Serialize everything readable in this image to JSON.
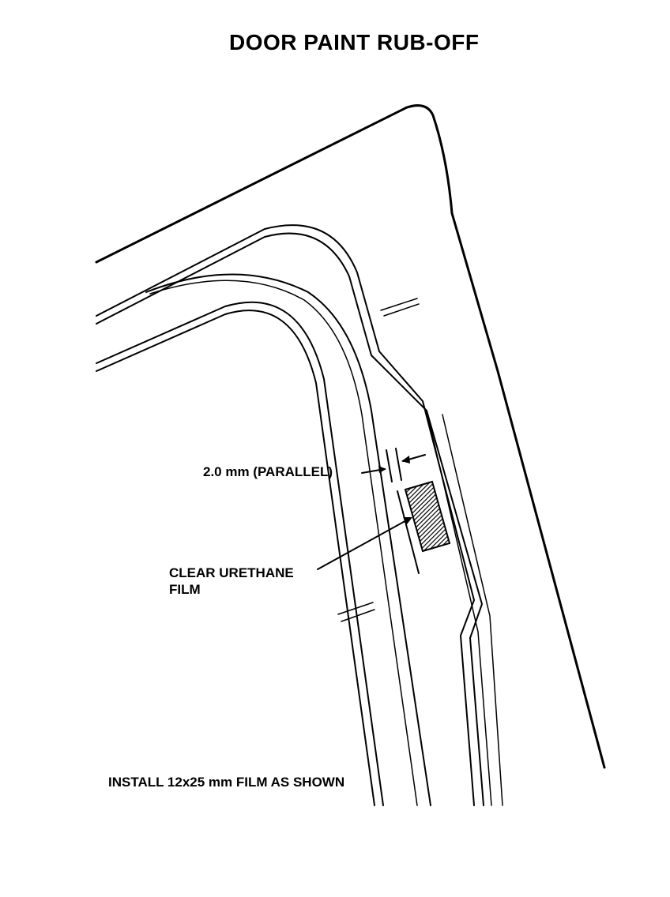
{
  "diagram": {
    "title": "DOOR PAINT RUB-OFF",
    "labels": {
      "dimension": "2.0 mm (PARALLEL)",
      "film_line_1": "CLEAR URETHANE",
      "film_line_2": "FILM",
      "install_note": "INSTALL 12x25 mm FILM AS SHOWN"
    },
    "colors": {
      "ink": "#000000",
      "paper": "#ffffff"
    }
  }
}
